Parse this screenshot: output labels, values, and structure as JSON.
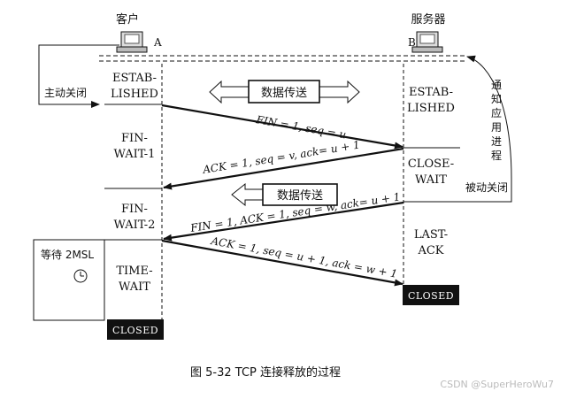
{
  "hosts": {
    "client": {
      "title": "客户",
      "tag": "A"
    },
    "server": {
      "title": "服务器",
      "tag": "B"
    }
  },
  "client_states": {
    "established_1": "ESTAB-",
    "established_2": "LISHED",
    "fin_wait_1_a": "FIN-",
    "fin_wait_1_b": "WAIT-1",
    "fin_wait_2_a": "FIN-",
    "fin_wait_2_b": "WAIT-2",
    "time_wait_a": "TIME-",
    "time_wait_b": "WAIT",
    "closed": "CLOSED"
  },
  "server_states": {
    "established_1": "ESTAB-",
    "established_2": "LISHED",
    "close_wait_a": "CLOSE-",
    "close_wait_b": "WAIT",
    "last_ack_a": "LAST-",
    "last_ack_b": "ACK",
    "closed": "CLOSED"
  },
  "side_labels": {
    "active_close": "主动关闭",
    "passive_close": "被动关闭",
    "notify_app": [
      "通",
      "知",
      "应",
      "用",
      "进",
      "程"
    ],
    "wait_2msl": "等待 2MSL"
  },
  "data_transfer": {
    "top": "数据传送",
    "middle": "数据传送"
  },
  "messages": {
    "m1": "FIN = 1, seq = u",
    "m2": "ACK = 1, seq = v, ack= u + 1",
    "m3": "FIN = 1, ACK = 1, seq = w, ack= u + 1",
    "m4": "ACK = 1, seq = u + 1, ack = w + 1"
  },
  "caption": "图 5-32   TCP 连接释放的过程",
  "watermark": "CSDN @SuperHeroWu7"
}
